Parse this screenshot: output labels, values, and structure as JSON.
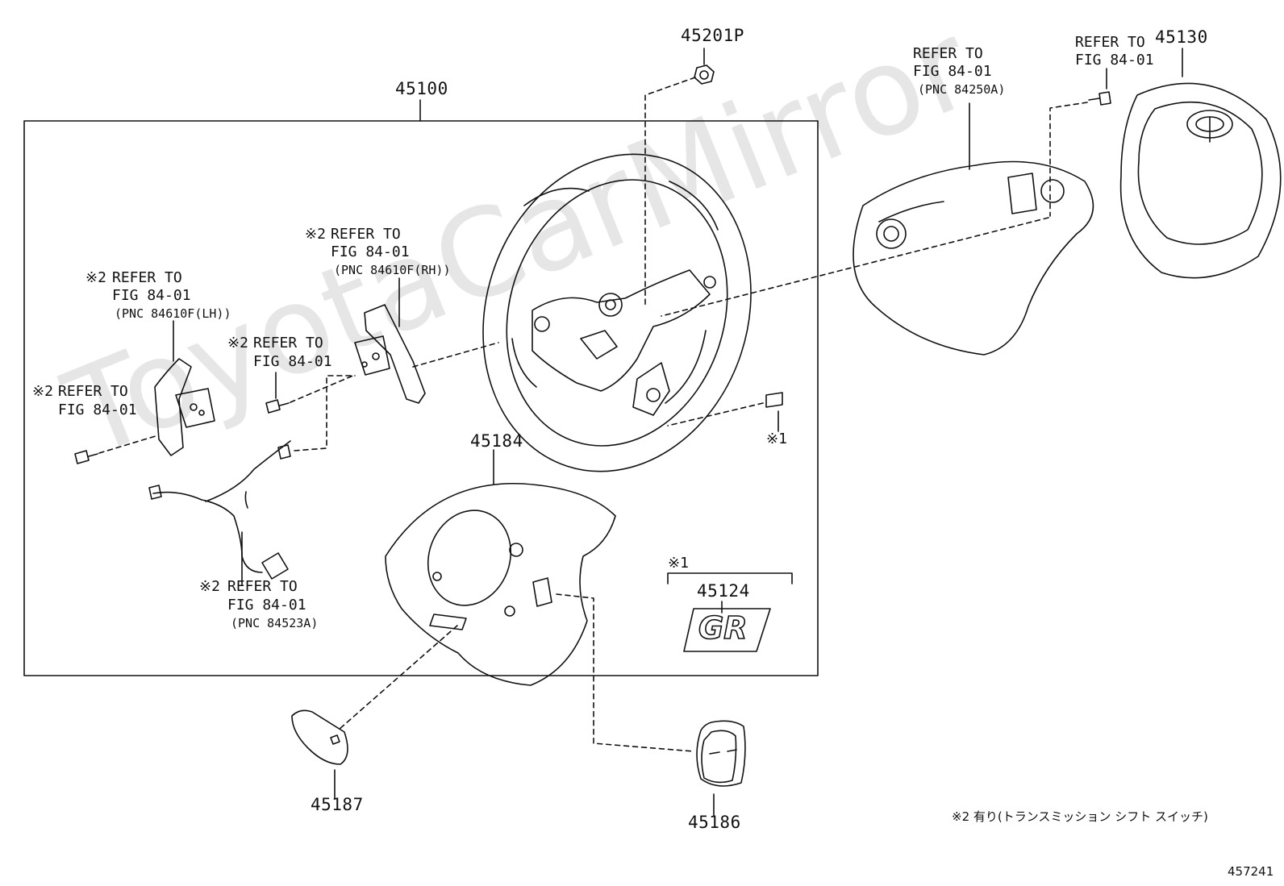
{
  "watermark": "ToyotaCarMirror",
  "parts": {
    "p45201P": "45201P",
    "p45100": "45100",
    "p45130": "45130",
    "p45184": "45184",
    "p45124": "45124",
    "p45187": "45187",
    "p45186": "45186"
  },
  "refs": {
    "ref_84250A": {
      "line1": "REFER TO",
      "line2": "FIG 84-01",
      "line3": "(PNC 84250A)"
    },
    "ref_topright": {
      "line1": "REFER TO",
      "line2": "FIG 84-01"
    },
    "ref_rh": {
      "mark": "※2",
      "line1": "REFER TO",
      "line2": "FIG 84-01",
      "line3": "(PNC 84610F(RH))"
    },
    "ref_lh": {
      "mark": "※2",
      "line1": "REFER TO",
      "line2": "FIG 84-01",
      "line3": "(PNC 84610F(LH))"
    },
    "ref_mid": {
      "mark": "※2",
      "line1": "REFER TO",
      "line2": "FIG 84-01"
    },
    "ref_left": {
      "mark": "※2",
      "line1": "REFER TO",
      "line2": "FIG 84-01"
    },
    "ref_84523A": {
      "mark": "※2",
      "line1": "REFER TO",
      "line2": "FIG 84-01",
      "line3": "(PNC 84523A)"
    }
  },
  "marks": {
    "note1_wheel": "※1",
    "note1_badge": "※1"
  },
  "badge_text": "GR",
  "footnote": "※2 有り(トランスミッション シフト スイッチ)",
  "figure_number": "457241"
}
